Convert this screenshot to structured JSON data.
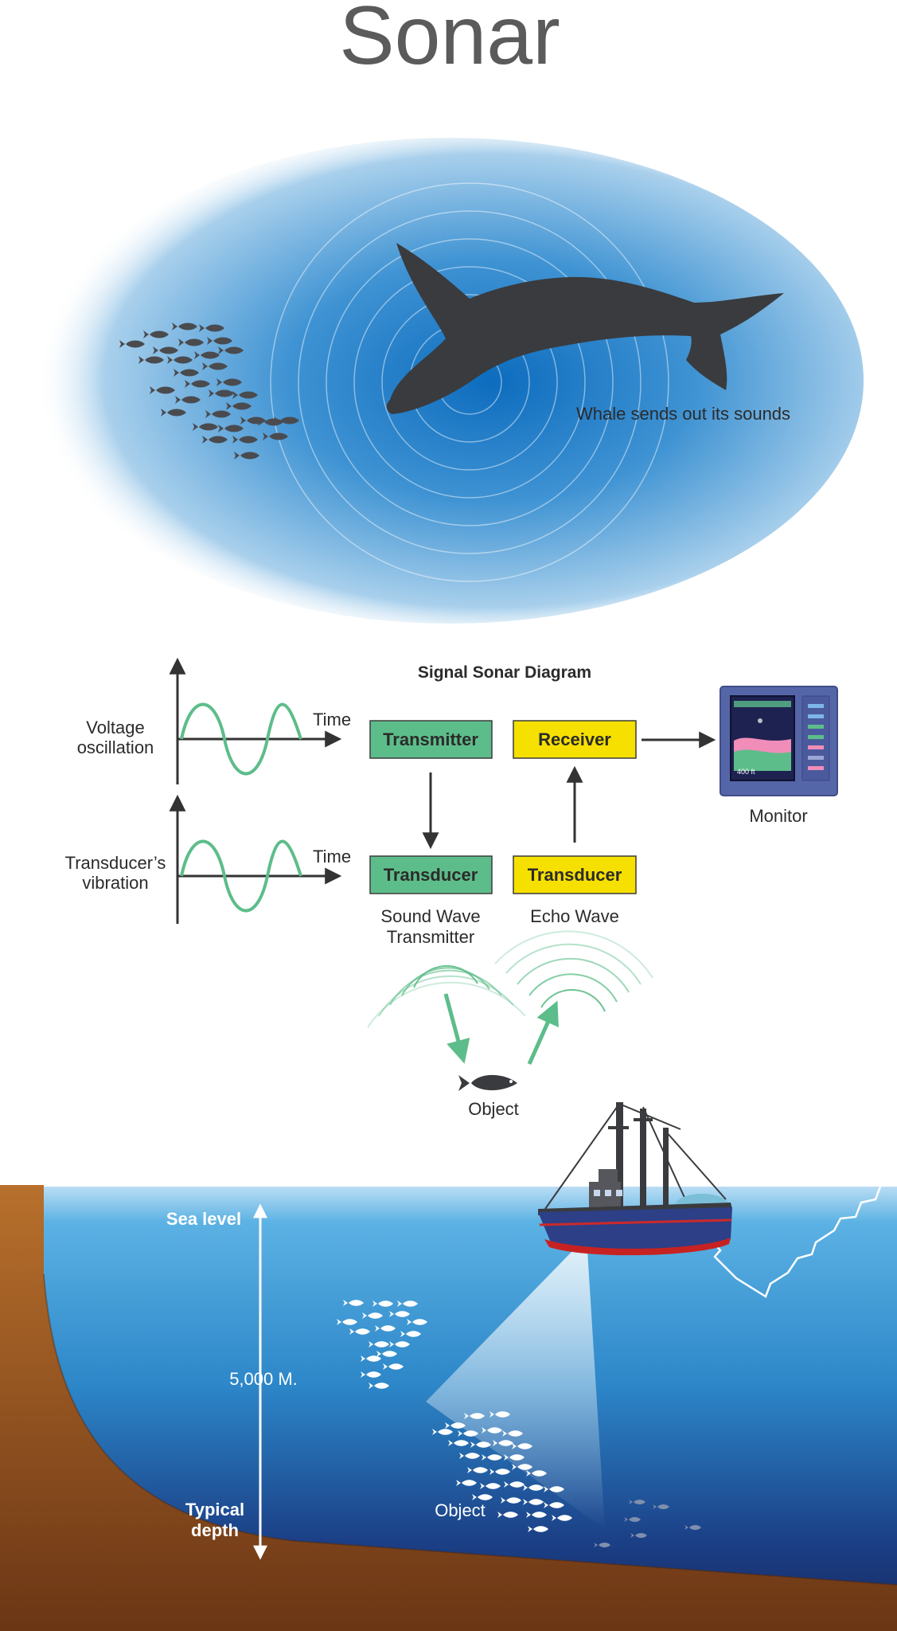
{
  "title": "Sonar",
  "whale_section": {
    "caption": "Whale sends out its sounds"
  },
  "signal_diagram": {
    "heading": "Signal Sonar Diagram",
    "graph_top": {
      "label_line1": "Voltage",
      "label_line2": "oscillation",
      "axis_label": "Time"
    },
    "graph_bottom": {
      "label_line1": "Transducer’s",
      "label_line2": "vibration",
      "axis_label": "Time"
    },
    "boxes": {
      "transmitter": "Transmitter",
      "receiver": "Receiver",
      "transducer_send": "Transducer",
      "transducer_echo": "Transducer"
    },
    "captions": {
      "sound_wave_line1": "Sound Wave",
      "sound_wave_line2": "Transmitter",
      "echo_wave": "Echo Wave",
      "monitor": "Monitor",
      "object": "Object"
    },
    "monitor_screen_label": "400 ft"
  },
  "ocean_section": {
    "sea_level": "Sea level",
    "depth_value": "5,000 M.",
    "typical_line1": "Typical",
    "typical_line2": "depth",
    "object": "Object"
  },
  "colors": {
    "green_box": "#5dbd8a",
    "yellow_box": "#f6e000",
    "wave_green": "#5dbd8a",
    "ocean_dark": "#1b2f6e",
    "ocean_light": "#3d9fd8",
    "seabed": "#8a4a1c",
    "whale": "#3a3b3e"
  }
}
